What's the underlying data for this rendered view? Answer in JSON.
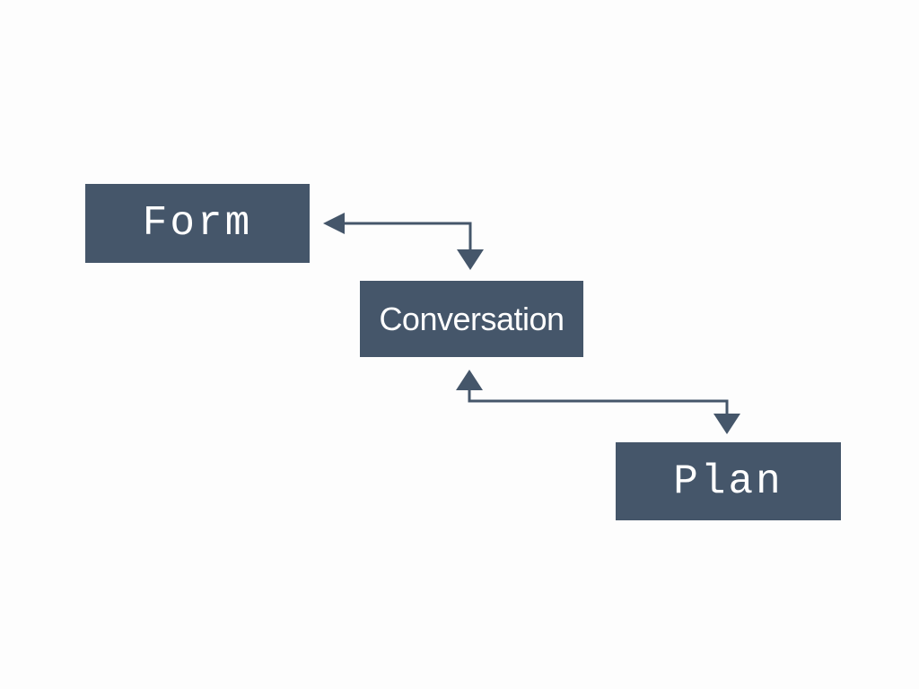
{
  "diagram": {
    "background_color": "#fdfdfd",
    "node_fill_color": "#45566a",
    "node_text_color": "#ffffff",
    "connector_color": "#45566a",
    "nodes": [
      {
        "id": "form",
        "label": "Form"
      },
      {
        "id": "conversation",
        "label": "Conversation"
      },
      {
        "id": "plan",
        "label": "Plan"
      }
    ],
    "connectors": [
      {
        "between": [
          "Form",
          "Conversation"
        ],
        "style": "elbow",
        "bidirectional": true
      },
      {
        "between": [
          "Conversation",
          "Plan"
        ],
        "style": "elbow",
        "bidirectional": true
      }
    ]
  }
}
